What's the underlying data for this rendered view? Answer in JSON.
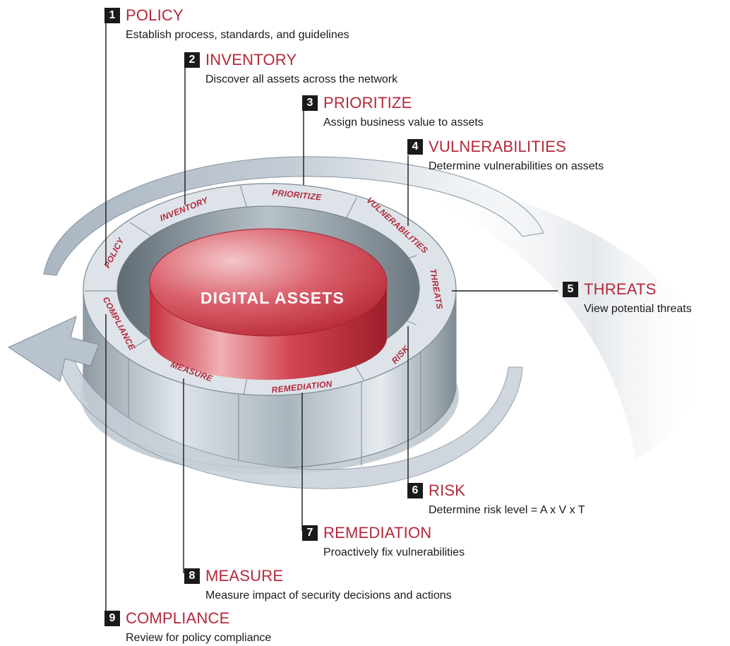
{
  "center_label": "DIGITAL ASSETS",
  "steps": [
    {
      "num": "1",
      "title": "POLICY",
      "desc": "Establish process, standards, and guidelines",
      "ring_label": "POLICY"
    },
    {
      "num": "2",
      "title": "INVENTORY",
      "desc": "Discover all assets across the network",
      "ring_label": "INVENTORY"
    },
    {
      "num": "3",
      "title": "PRIORITIZE",
      "desc": "Assign business value to assets",
      "ring_label": "PRIORITIZE"
    },
    {
      "num": "4",
      "title": "VULNERABILITIES",
      "desc": "Determine vulnerabilities on assets",
      "ring_label": "VULNERABILITIES"
    },
    {
      "num": "5",
      "title": "THREATS",
      "desc": "View potential threats",
      "ring_label": "THREATS"
    },
    {
      "num": "6",
      "title": "RISK",
      "desc": "Determine risk level = A x V x T",
      "ring_label": "RISK"
    },
    {
      "num": "7",
      "title": "REMEDIATION",
      "desc": "Proactively fix vulnerabilities",
      "ring_label": "REMEDIATION"
    },
    {
      "num": "8",
      "title": "MEASURE",
      "desc": "Measure impact of security decisions and actions",
      "ring_label": "MEASURE"
    },
    {
      "num": "9",
      "title": "COMPLIANCE",
      "desc": "Review for policy compliance",
      "ring_label": "COMPLIANCE"
    }
  ],
  "colors": {
    "accent": "#b5283a",
    "number_box": "#1a1a1a",
    "ring_top": "#dfe4e8",
    "ring_side": "#9aa6ae",
    "cylinder": "#c8323f",
    "arrow": "#b9c3ce"
  }
}
